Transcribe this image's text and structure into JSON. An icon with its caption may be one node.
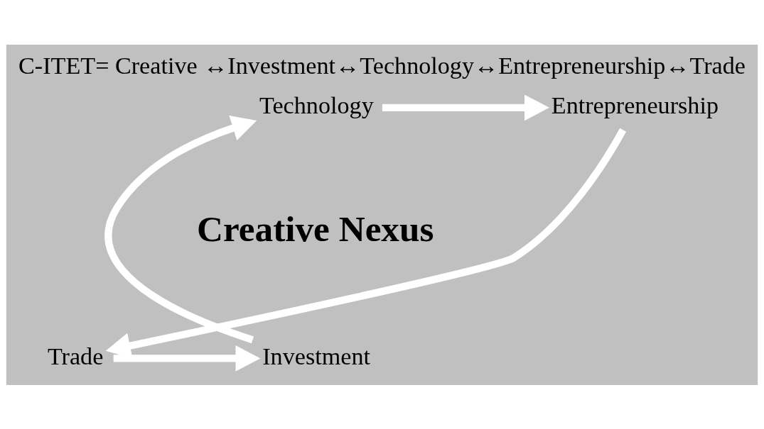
{
  "diagram": {
    "title": "C-ITET= Creative ↔Investment↔Technology↔Entrepreneurship↔Trade",
    "nodes": [
      {
        "text": [
          "Technology"
        ]
      },
      {
        "text": [
          "Entrepreneurship"
        ]
      },
      {
        "text": [
          "Trade"
        ]
      },
      {
        "text": [
          "Investment"
        ]
      },
      {
        "text": [
          "Creative Nexus"
        ]
      }
    ],
    "edges": [
      {
        "from": 0,
        "to": 1,
        "arrow": "to"
      },
      {
        "from": 1,
        "to": 2,
        "arrow": "to"
      },
      {
        "from": 2,
        "to": 3,
        "arrow": "to"
      },
      {
        "from": 3,
        "to": 0,
        "arrow": "to"
      }
    ]
  }
}
